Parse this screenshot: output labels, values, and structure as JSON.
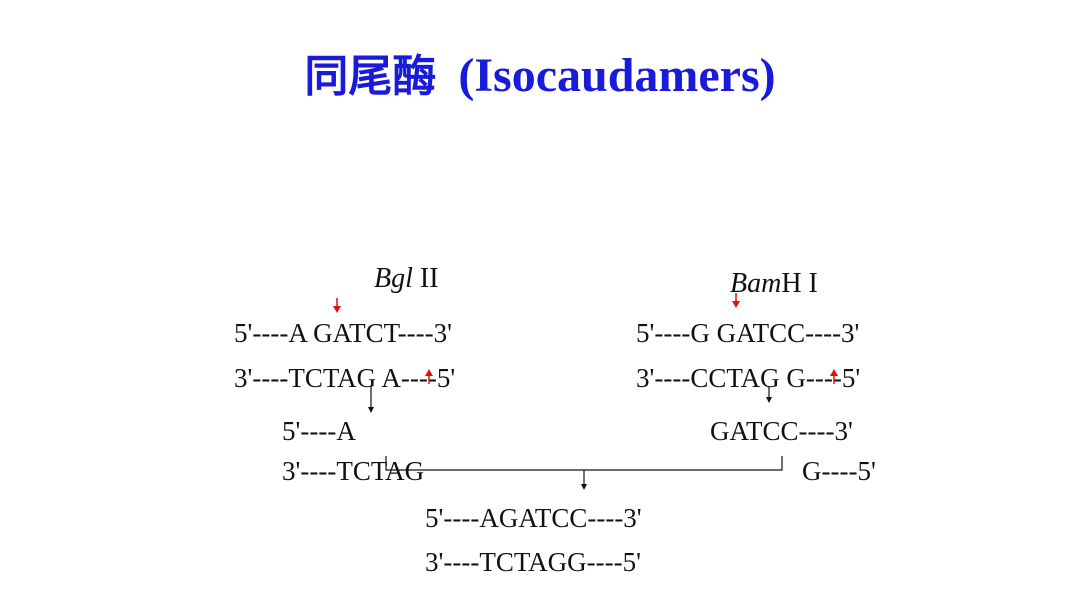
{
  "title": {
    "chinese": "同尾酶",
    "english": "(Isocaudamers)"
  },
  "enzyme_left": {
    "italic": "Bgl",
    "roman": " II"
  },
  "enzyme_right": {
    "italic": "Bam",
    "roman": "H I"
  },
  "left_top": "5'----A GATCT----3'",
  "left_bottom": "3'----TCTAG A----5'",
  "right_top": "5'----G GATCC----3'",
  "right_bottom": "3'----CCTAG G----5'",
  "frag_left_top": "5'----A",
  "frag_left_bottom": "3'----TCTAG",
  "frag_right_top": "GATCC----3'",
  "frag_right_bottom": "G----5'",
  "product_top": "5'----AGATCC----3'",
  "product_bottom": "3'----TCTAGG----5'",
  "colors": {
    "title": "#1a1adb",
    "cut_arrow": "#e01010",
    "text": "#111111"
  }
}
